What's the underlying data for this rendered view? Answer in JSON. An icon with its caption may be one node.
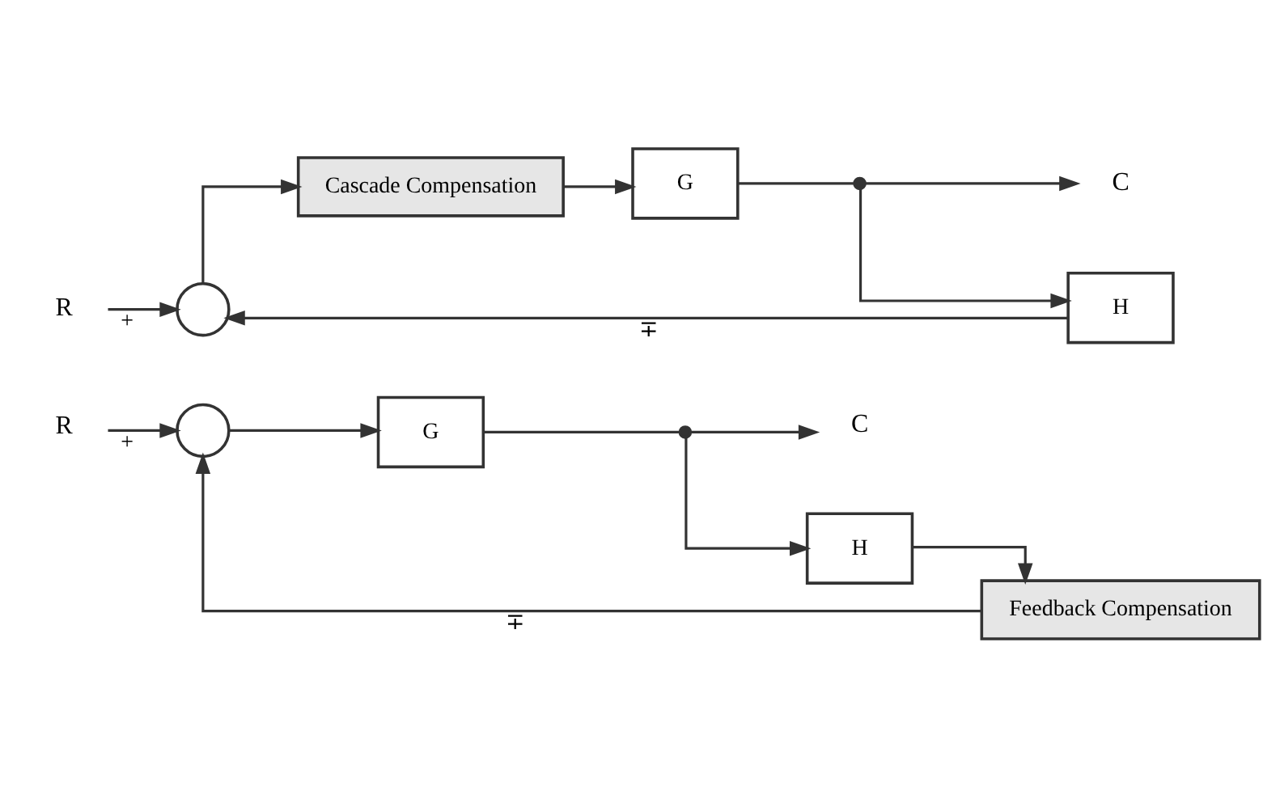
{
  "diagram": {
    "nodes": [
      {
        "text": [
          "R"
        ]
      },
      {
        "text": [],
        "shape": "circle"
      },
      {
        "text": [
          "Cascade Compensation"
        ]
      },
      {
        "text": [
          "G"
        ]
      },
      {
        "text": [],
        "shape": "dot"
      },
      {
        "text": [
          "C"
        ]
      },
      {
        "text": [
          "H"
        ]
      },
      {
        "text": [
          "R"
        ]
      },
      {
        "text": [],
        "shape": "circle"
      },
      {
        "text": [
          "G"
        ]
      },
      {
        "text": [],
        "shape": "dot"
      },
      {
        "text": [
          "C"
        ]
      },
      {
        "text": [
          "H"
        ]
      },
      {
        "text": [
          "Feedback Compensation"
        ]
      }
    ],
    "edges": [
      {
        "from": 0,
        "to": 1,
        "arrow": "to",
        "label": "+"
      },
      {
        "from": 1,
        "to": 2,
        "arrow": "to"
      },
      {
        "from": 2,
        "to": 3,
        "arrow": "to"
      },
      {
        "from": 3,
        "to": 4,
        "arrow": "none"
      },
      {
        "from": 4,
        "to": 5,
        "arrow": "to"
      },
      {
        "from": 4,
        "to": 6,
        "arrow": "to"
      },
      {
        "from": 6,
        "to": 1,
        "arrow": "to",
        "label": "∓"
      },
      {
        "from": 7,
        "to": 8,
        "arrow": "to",
        "label": "+"
      },
      {
        "from": 8,
        "to": 9,
        "arrow": "to"
      },
      {
        "from": 9,
        "to": 10,
        "arrow": "none"
      },
      {
        "from": 10,
        "to": 11,
        "arrow": "to"
      },
      {
        "from": 10,
        "to": 12,
        "arrow": "to"
      },
      {
        "from": 12,
        "to": 13,
        "arrow": "to"
      },
      {
        "from": 13,
        "to": 8,
        "arrow": "to",
        "label": "∓"
      }
    ]
  }
}
